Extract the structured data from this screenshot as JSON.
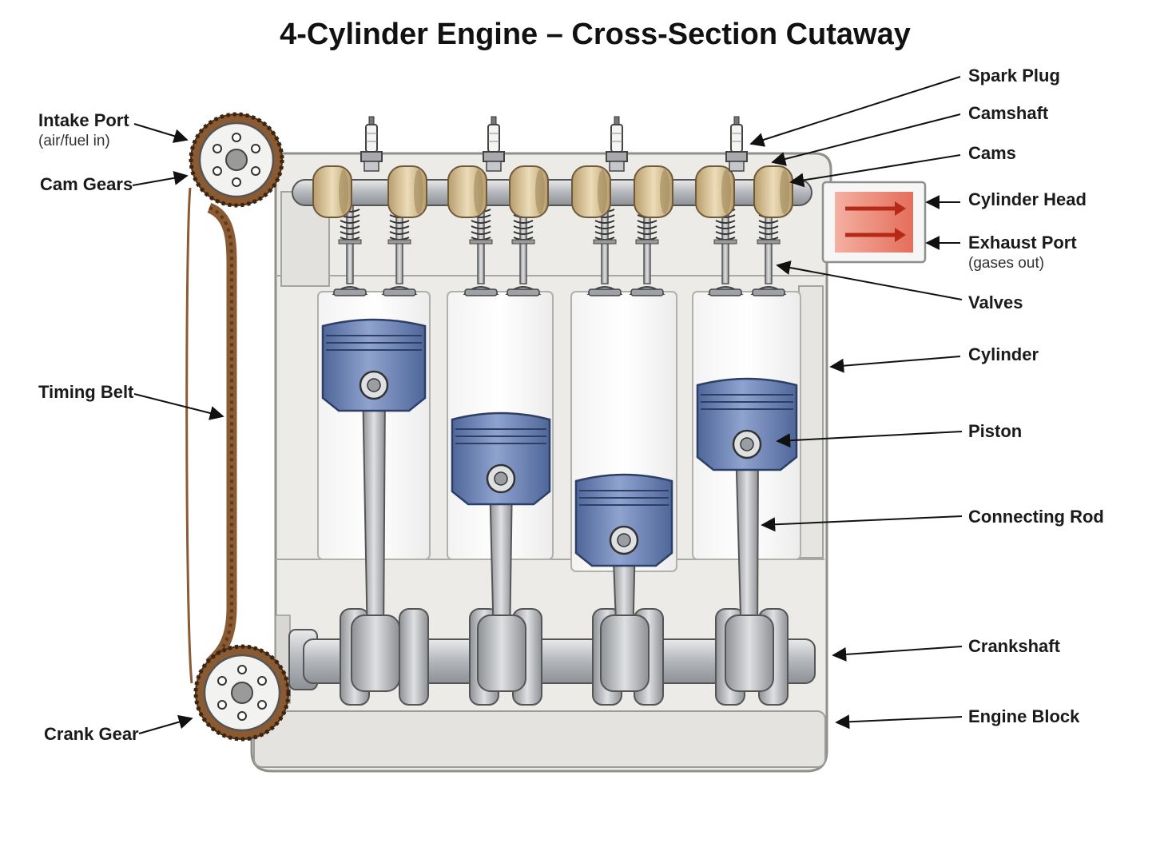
{
  "title": "4-Cylinder Engine – Cross-Section Cutaway",
  "labels": {
    "intake_port": "Intake Port",
    "intake_port_sub": "(air/fuel in)",
    "cam_gears": "Cam Gears",
    "timing_belt": "Timing Belt",
    "crank_gear": "Crank Gear",
    "spark_plug": "Spark Plug",
    "camshaft": "Camshaft",
    "cams": "Cams",
    "cylinder_head": "Cylinder Head",
    "exhaust_port": "Exhaust Port",
    "exhaust_port_sub": "(gases out)",
    "valves": "Valves",
    "cylinder": "Cylinder",
    "piston": "Piston",
    "connecting_rod": "Connecting Rod",
    "crankshaft": "Crankshaft",
    "engine_block": "Engine Block"
  },
  "colors": {
    "block": "#ecebe8",
    "block_stroke": "#8f8f8c",
    "piston": "#6f86b8",
    "belt": "#8a5a32",
    "cam_lobe": "#d8c29a",
    "exhaust": "#ee8a78",
    "steel": "#b9bcc0"
  }
}
